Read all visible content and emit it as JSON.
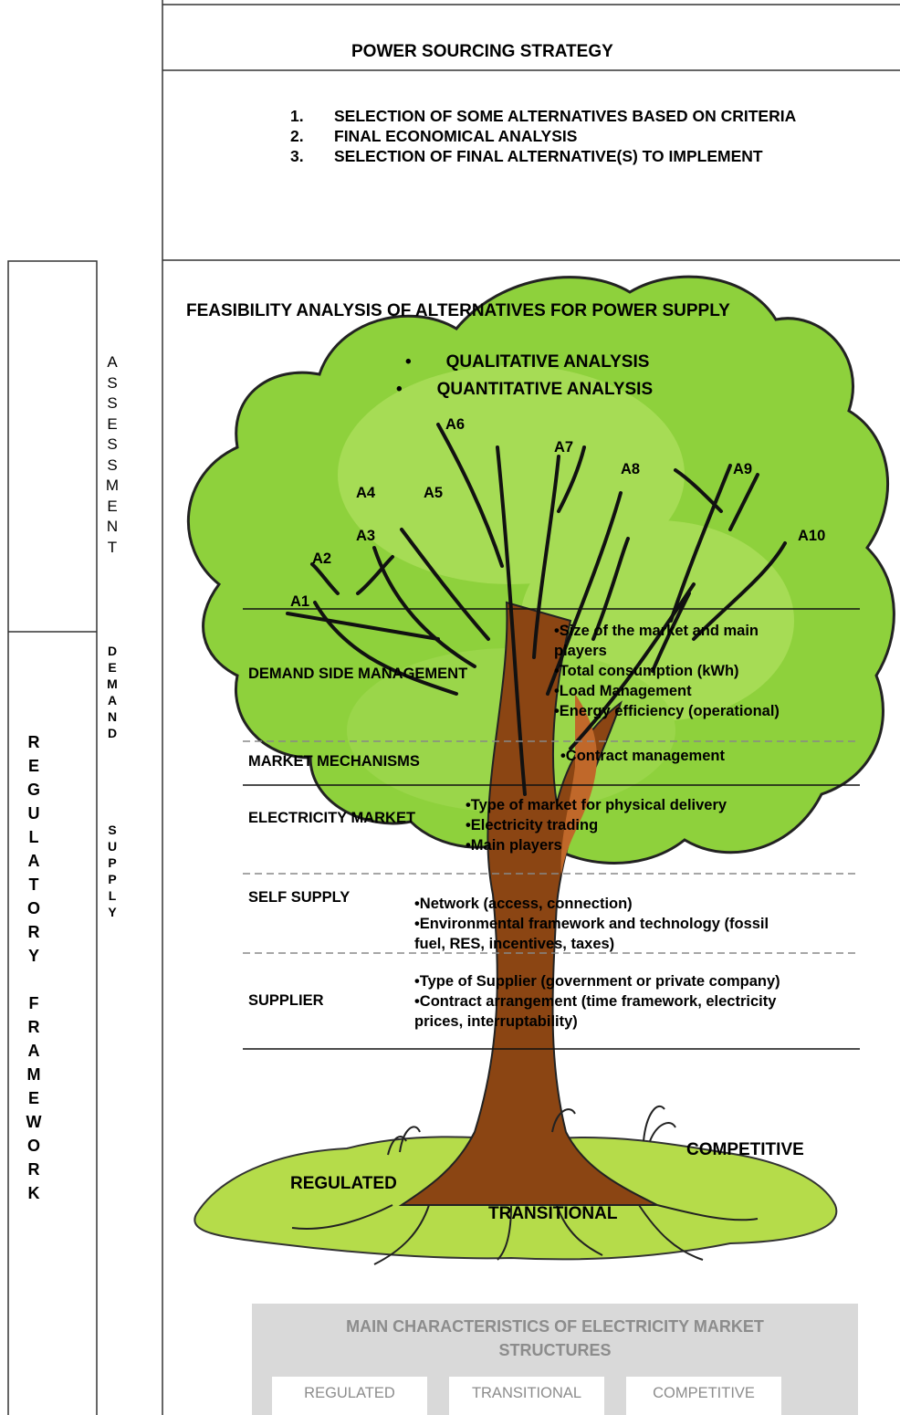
{
  "strategy": {
    "title": "POWER SOURCING STRATEGY",
    "steps": [
      {
        "num": "1.",
        "text": "SELECTION OF SOME ALTERNATIVES BASED ON CRITERIA"
      },
      {
        "num": "2.",
        "text": "FINAL ECONOMICAL ANALYSIS"
      },
      {
        "num": "3.",
        "text": "SELECTION OF FINAL ALTERNATIVE(S) TO IMPLEMENT"
      }
    ]
  },
  "feasibility": {
    "title": "FEASIBILITY ANALYSIS OF ALTERNATIVES FOR POWER SUPPLY",
    "bullets": [
      "QUALITATIVE ANALYSIS",
      "QUANTITATIVE ANALYSIS"
    ],
    "bullet_symbol": "•"
  },
  "alternatives": [
    "A1",
    "A2",
    "A3",
    "A4",
    "A5",
    "A6",
    "A7",
    "A8",
    "A9",
    "A10"
  ],
  "side_labels": {
    "regulatory": [
      "R",
      "E",
      "G",
      "U",
      "L",
      "A",
      "T",
      "O",
      "R",
      "Y",
      "",
      "F",
      "R",
      "A",
      "M",
      "E",
      "W",
      "O",
      "R",
      "K"
    ],
    "assessment": [
      "A",
      "S",
      "S",
      "E",
      "S",
      "S",
      "M",
      "E",
      "N",
      "T"
    ],
    "demand": [
      "D",
      "E",
      "M",
      "A",
      "N",
      "D"
    ],
    "supply": [
      "S",
      "U",
      "P",
      "P",
      "L",
      "Y"
    ]
  },
  "layers": {
    "demand_side": {
      "label": "DEMAND SIDE MANAGEMENT",
      "items": [
        "•Size of the market and main",
        "players",
        "•Total consumption (kWh)",
        "•Load Management",
        "•Energy efficiency (operational)"
      ]
    },
    "market_mechanisms": {
      "label": "MARKET MECHANISMS",
      "items": [
        "•Contract management"
      ]
    },
    "electricity_market": {
      "label": "ELECTRICITY MARKET",
      "items": [
        "•Type of market for physical delivery",
        "•Electricity trading",
        "•Main players"
      ]
    },
    "self_supply": {
      "label": "SELF SUPPLY",
      "items": [
        "•Network (access, connection)",
        "•Environmental framework and technology (fossil",
        "fuel, RES, incentives, taxes)"
      ]
    },
    "supplier": {
      "label": "SUPPLIER",
      "items": [
        "•Type of Supplier (government or private company)",
        "•Contract arrangement (time framework, electricity",
        "prices, interruptability)"
      ]
    }
  },
  "roots": {
    "regulated": "REGULATED",
    "transitional": "TRANSITIONAL",
    "competitive": "COMPETITIVE"
  },
  "market_structures": {
    "title_line1": "MAIN CHARACTERISTICS OF ELECTRICITY MARKET",
    "title_line2": "STRUCTURES",
    "columns": [
      "REGULATED",
      "TRANSITIONAL",
      "COMPETITIVE"
    ]
  },
  "colors": {
    "foliage": "#8ed13c",
    "foliage_light": "#a6dc55",
    "trunk": "#8b4513",
    "trunk_light": "#c0682a",
    "ground": "#b5dc4a",
    "market_box": "#d9d9d9",
    "market_text": "#8c8c8c"
  }
}
